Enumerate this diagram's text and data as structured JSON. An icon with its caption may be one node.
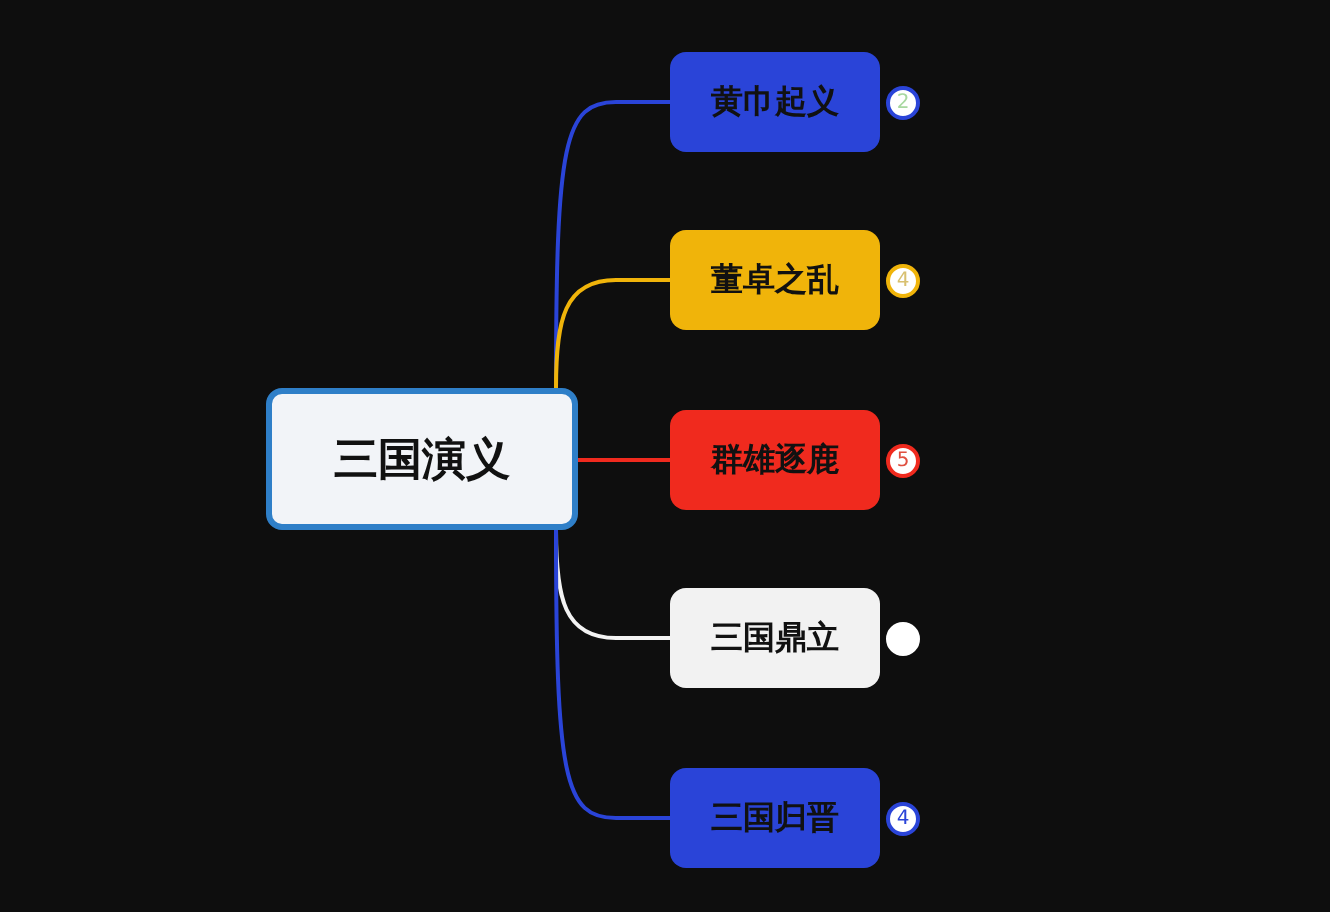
{
  "diagram": {
    "nodes": [
      {
        "text": [
          "三国演义"
        ]
      },
      {
        "text": [
          "黄巾起义"
        ],
        "beside": [
          "2"
        ]
      },
      {
        "text": [
          "董卓之乱"
        ],
        "beside": [
          "4"
        ]
      },
      {
        "text": [
          "群雄逐鹿"
        ],
        "beside": [
          "5"
        ]
      },
      {
        "text": [
          "三国鼎立"
        ]
      },
      {
        "text": [
          "三国归晋"
        ],
        "beside": [
          "4"
        ]
      }
    ],
    "edges": [
      {
        "from": 0,
        "to": 1,
        "arrow": "none",
        "color": "#2a44d8"
      },
      {
        "from": 0,
        "to": 2,
        "arrow": "none",
        "color": "#f0b40a"
      },
      {
        "from": 0,
        "to": 3,
        "arrow": "none",
        "color": "#f02a1e"
      },
      {
        "from": 0,
        "to": 4,
        "arrow": "none",
        "color": "#f2f2f2"
      },
      {
        "from": 0,
        "to": 5,
        "arrow": "none",
        "color": "#2a44d8"
      }
    ]
  }
}
